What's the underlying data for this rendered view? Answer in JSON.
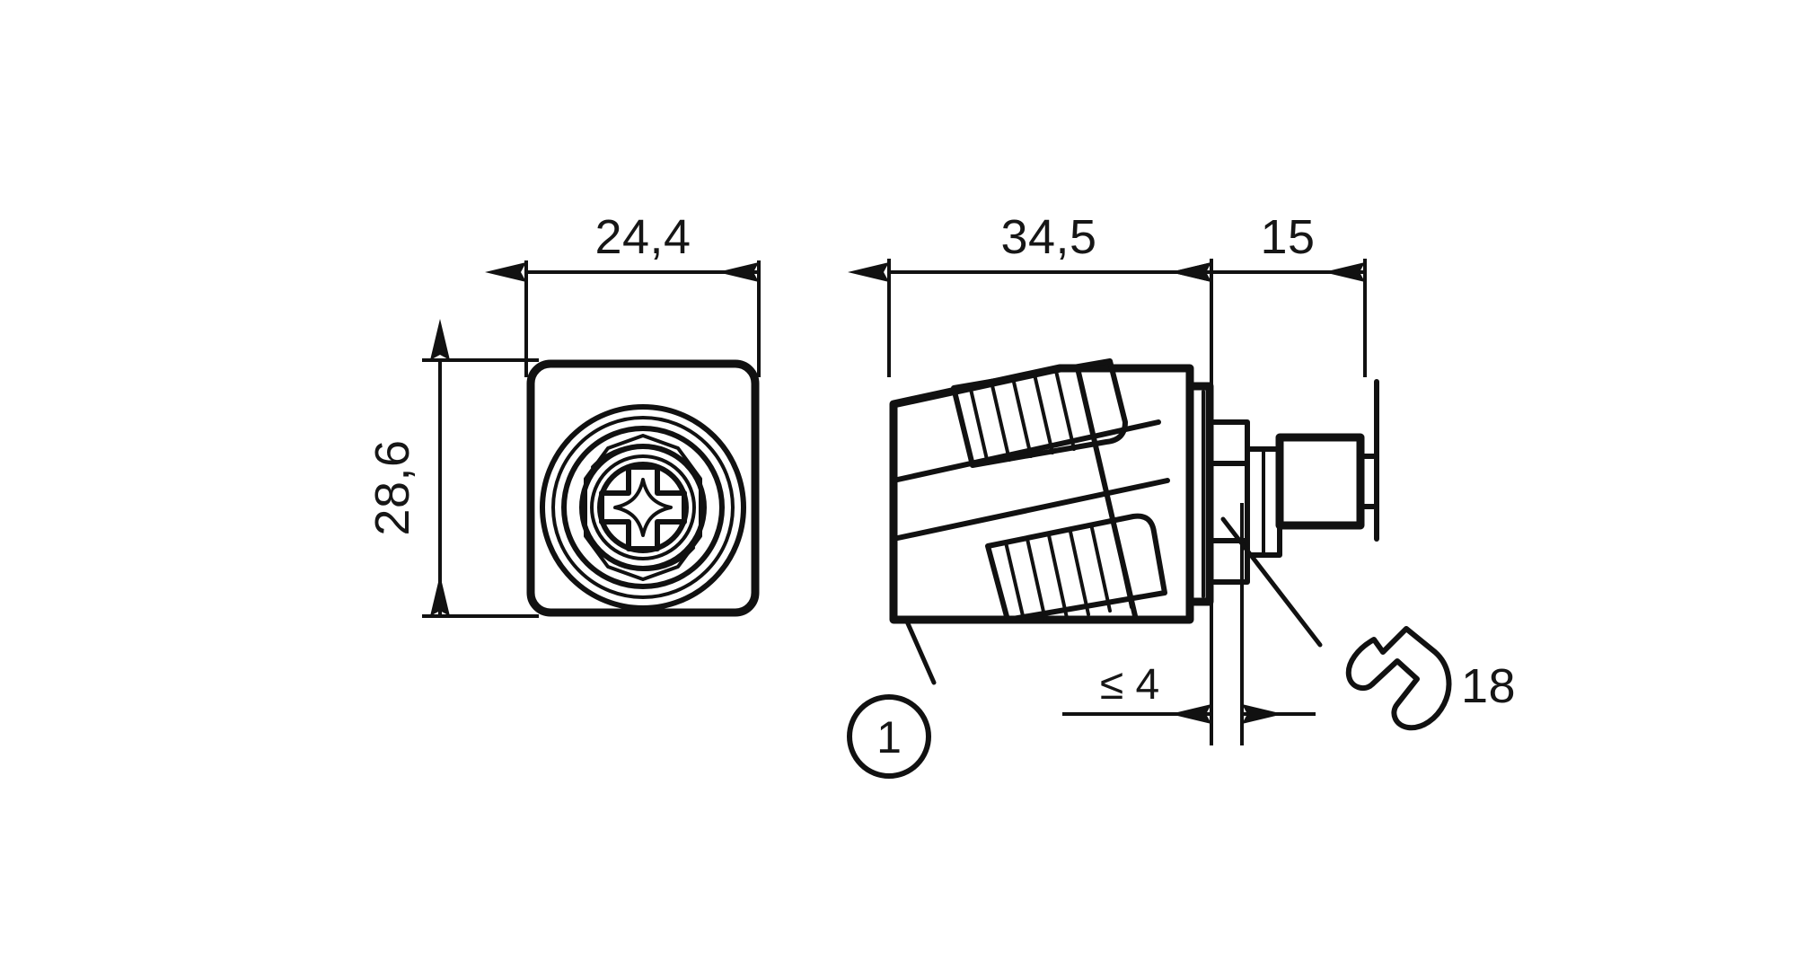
{
  "drawing": {
    "kind": "technical-dimension-drawing",
    "background_color": "#ffffff",
    "line_color": "#111111",
    "units_note": "mm",
    "views": [
      {
        "name": "front-view",
        "label": "front view of square connector with screw"
      },
      {
        "name": "side-view",
        "label": "side view of angled connector body with threaded mount"
      }
    ]
  },
  "dimensions": {
    "front_width": "24,4",
    "front_height": "28,6",
    "body_length": "34,5",
    "thread_length": "15",
    "panel_thickness": "≤ 4",
    "wrench_size": "18"
  },
  "callouts": {
    "balloon_1": "1"
  },
  "icons": {
    "wrench": "wrench-icon",
    "screw_head": "phillips-screw-icon"
  },
  "chart_data": {
    "type": "table",
    "title": "Dimensioned mechanical drawing",
    "categories": [
      "front_width",
      "front_height",
      "body_length",
      "thread_length",
      "panel_thickness",
      "wrench_size"
    ],
    "values": [
      "24,4",
      "28,6",
      "34,5",
      "15",
      "≤ 4",
      "18"
    ],
    "xlabel": "",
    "ylabel": "",
    "grid": false,
    "legend": "none"
  }
}
